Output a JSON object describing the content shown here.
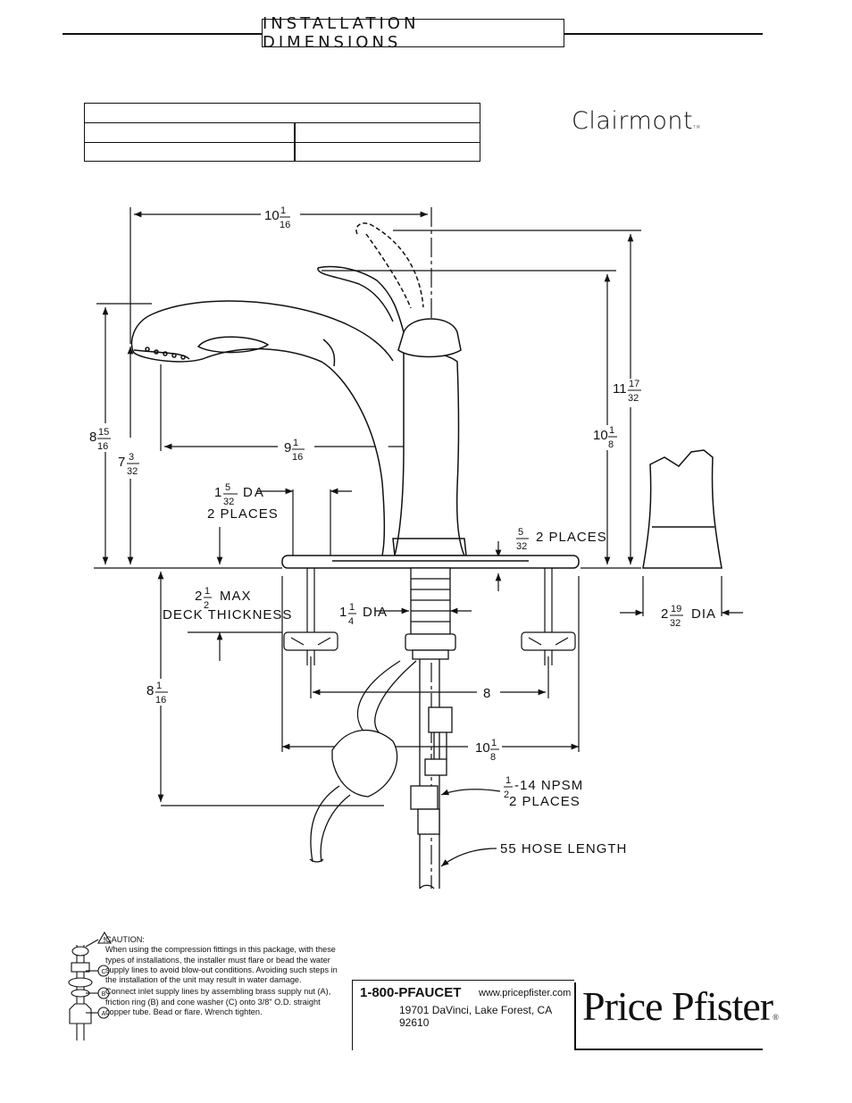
{
  "header": {
    "title": "INSTALLATION DIMENSIONS"
  },
  "product": {
    "model_name": "Clairmont",
    "trademark": "TM"
  },
  "dimensions": {
    "overall_width": {
      "whole": "10",
      "num": "1",
      "den": "16"
    },
    "spout_reach": {
      "whole": "9",
      "num": "1",
      "den": "16"
    },
    "overall_height": {
      "whole": "11",
      "num": "17",
      "den": "32"
    },
    "handle_height": {
      "whole": "10",
      "num": "1",
      "den": "8"
    },
    "spout_height": {
      "whole": "8",
      "num": "15",
      "den": "16"
    },
    "aerator_height": {
      "whole": "7",
      "num": "3",
      "den": "32"
    },
    "hole_dia": {
      "whole": "1",
      "num": "5",
      "den": "32",
      "suffix": "DA",
      "line2": "2 PLACES"
    },
    "escutcheon_thickness": {
      "num": "5",
      "den": "32",
      "suffix": "2 PLACES"
    },
    "max_deck": {
      "whole": "2",
      "num": "1",
      "den": "2",
      "suffix": "MAX",
      "line2": "DECK THICKNESS"
    },
    "shank_dia": {
      "whole": "1",
      "num": "1",
      "den": "4",
      "suffix": "DIA"
    },
    "handle_base_dia": {
      "whole": "2",
      "num": "19",
      "den": "32",
      "suffix": "DIA"
    },
    "below_deck": {
      "whole": "8",
      "num": "1",
      "den": "16"
    },
    "center_spacing": "8",
    "deck_plate_width": {
      "whole": "10",
      "num": "1",
      "den": "8"
    },
    "thread": {
      "num": "1",
      "den": "2",
      "suffix": "-14 NPSM",
      "line2": "2 PLACES"
    },
    "hose": "55 HOSE LENGTH"
  },
  "caution": {
    "title": "CAUTION:",
    "body": "When using the compression fittings in this package, with these types of installations, the installer must flare or bead the water supply lines to avoid blow-out conditions. Avoiding such steps in the installation of the unit may result in water damage.",
    "instruction": "Connect inlet supply lines by assembling brass supply nut (A), friction ring (B) and cone washer (C) onto 3/8\" O.D. straight copper tube. Bead or flare. Wrench tighten.",
    "labels": [
      "C",
      "B",
      "A"
    ]
  },
  "contact": {
    "phone": "1-800-PFAUCET",
    "website": "www.pricepfister.com",
    "address": "19701 DaVinci, Lake Forest, CA  92610"
  },
  "brand": {
    "name": "Price Pfister",
    "mark": "®"
  }
}
